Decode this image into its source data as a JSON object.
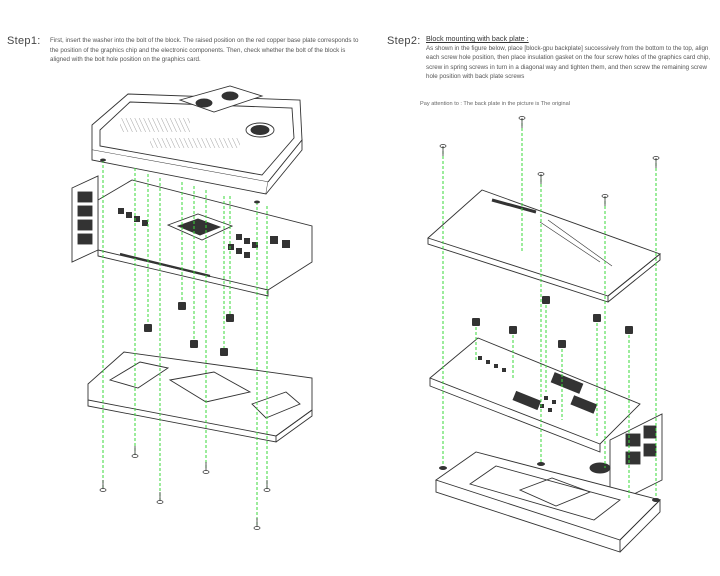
{
  "step1": {
    "label": "Step1:",
    "text": "First, insert the washer into the bolt of the block. The raised position on the red copper base plate corresponds to the position of the graphics chip and the electronic components. Then, check whether the bolt of the block is aligned with the bolt hole position on the graphics card."
  },
  "step2": {
    "label": "Step2:",
    "title": "Block mounting with back plate :",
    "text": "As shown in the figure below, place [block-gpu backplate] successively from the bottom to the top, align each screw hole position, then place insulation gasket on the four screw holes of the graphics card chip, screw in spring screws in turn in a diagonal way and tighten them, and then screw the remaining screw hole position with back plate screws",
    "note": "Pay attention to : The back plate in the picture is The original"
  },
  "colors": {
    "guide_line": "#39d83a",
    "outline": "#333333"
  }
}
